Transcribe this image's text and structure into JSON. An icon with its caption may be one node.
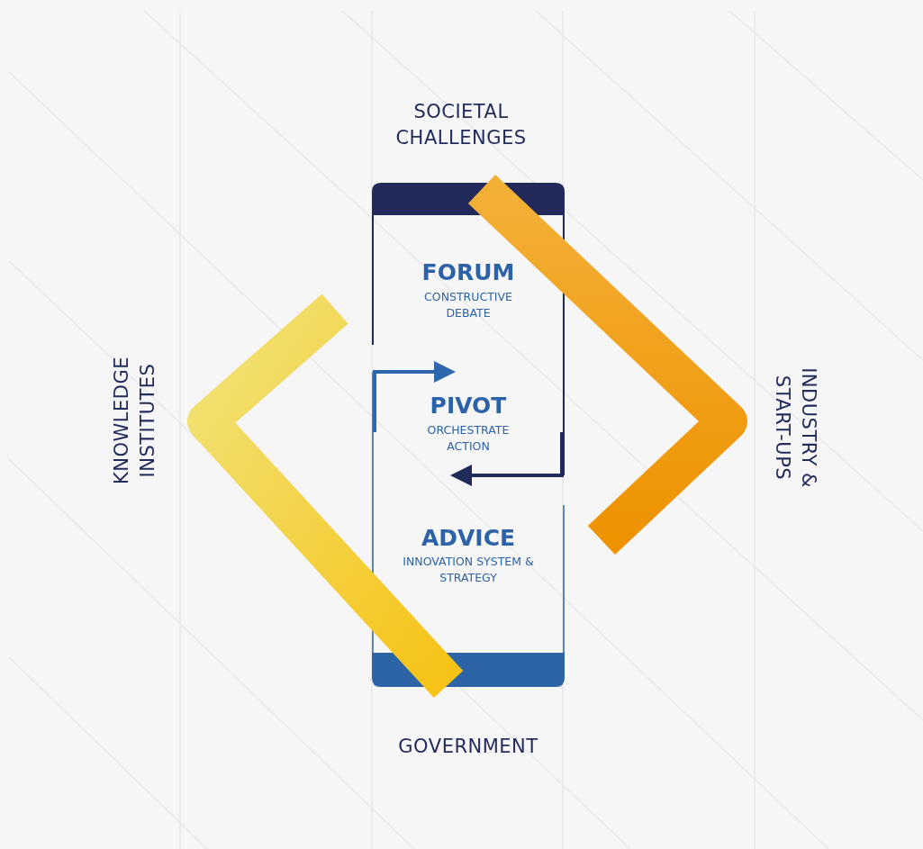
{
  "diagram": {
    "nodes": [
      {
        "text": [
          "FORUM",
          "CONSTRUCTIVE DEBATE",
          "PIVOT",
          "ORCHESTRATE ACTION",
          "ADVICE",
          "INNOVATION SYSTEM & STRATEGY"
        ]
      }
    ],
    "labels": [
      "SOCIETAL CHALLENGES",
      "KNOWLEDGE INSTITUTES",
      "INDUSTRY & START-UPS",
      "GOVERNMENT"
    ]
  }
}
